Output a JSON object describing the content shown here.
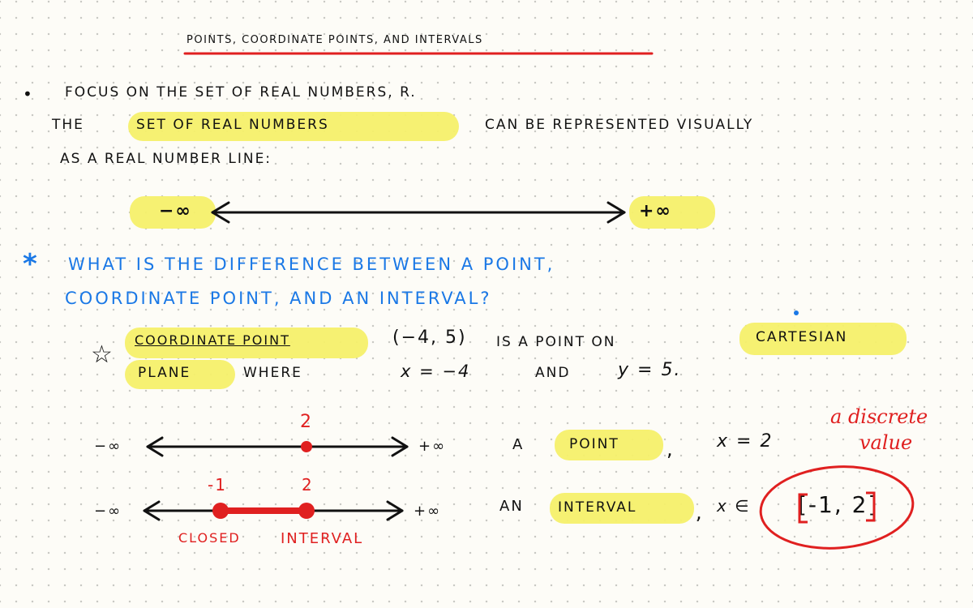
{
  "title": "Points, coordinate points, and intervals",
  "colors": {
    "ink": "#111111",
    "blue": "#1a78e6",
    "red": "#e02020",
    "highlight": "#f6f06a"
  },
  "intro": {
    "bullet": "•",
    "line1": "Focus on the set of real numbers, R.",
    "line2a": "The",
    "line2b": "set of real numbers",
    "line2c": "can be represented visually",
    "line3": "as a real number line:"
  },
  "number_line": {
    "left": "−∞",
    "right": "+∞"
  },
  "question": {
    "star": "*",
    "line1": "What is the difference between a point,",
    "line2": "coordinate point, and an interval?"
  },
  "coordinate": {
    "star": "☆",
    "term": "Coordinate point",
    "pair": "(−4, 5)",
    "mid": "is a point on",
    "cartesian": "Cartesian",
    "plane": "plane",
    "where": "where",
    "x_eq": "x = −4",
    "and": "and",
    "y_eq": "y = 5."
  },
  "point_example": {
    "left": "−∞",
    "right": "+∞",
    "label": "2",
    "article": "A",
    "word": "point",
    "comma": ",",
    "eq": "x = 2",
    "note1": "a discrete",
    "note2": "value"
  },
  "interval_example": {
    "left": "−∞",
    "right": "+∞",
    "label_a": "-1",
    "label_b": "2",
    "article": "An",
    "word": "interval",
    "comma": ",",
    "x_in": "x ∈",
    "set": "[-1, 2]",
    "caption1": "closed",
    "caption2": "interval"
  }
}
